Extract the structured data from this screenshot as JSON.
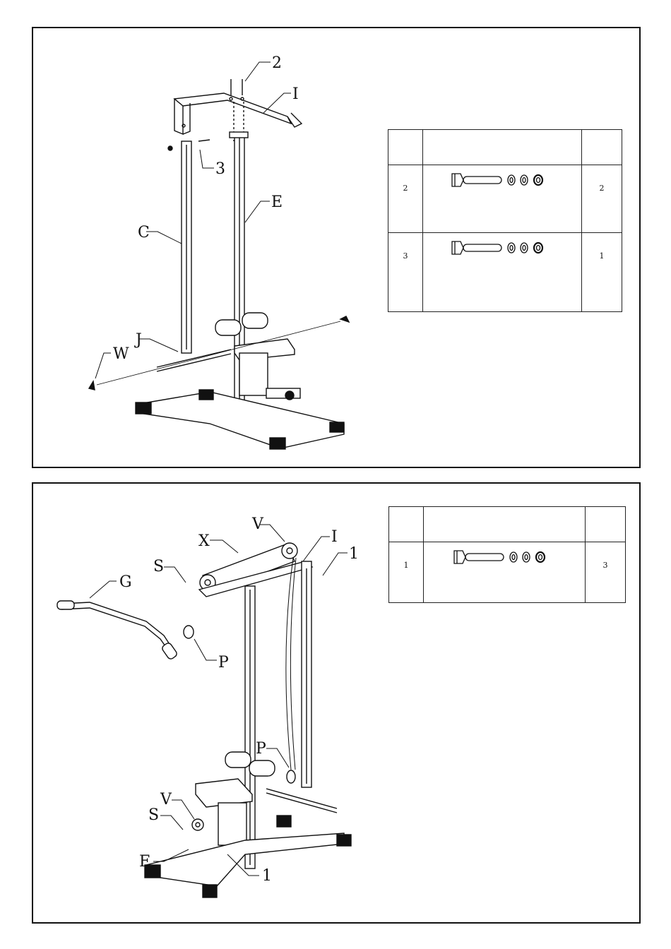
{
  "step1": {
    "callouts": [
      "2",
      "I",
      "3",
      "E",
      "C",
      "J",
      "W"
    ],
    "hardware": [
      {
        "id": "2",
        "qty": "2",
        "icon": "bolt-washers-nut-icon"
      },
      {
        "id": "3",
        "qty": "1",
        "icon": "bolt-washers-nut-icon"
      }
    ]
  },
  "step2": {
    "callouts": [
      "V",
      "I",
      "X",
      "1",
      "S",
      "G",
      "P",
      "P",
      "V",
      "S",
      "F",
      "1"
    ],
    "hardware": [
      {
        "id": "1",
        "qty": "3",
        "icon": "bolt-washers-nut-icon"
      }
    ]
  },
  "colors": {
    "ink": "#111111",
    "paper": "#ffffff"
  }
}
